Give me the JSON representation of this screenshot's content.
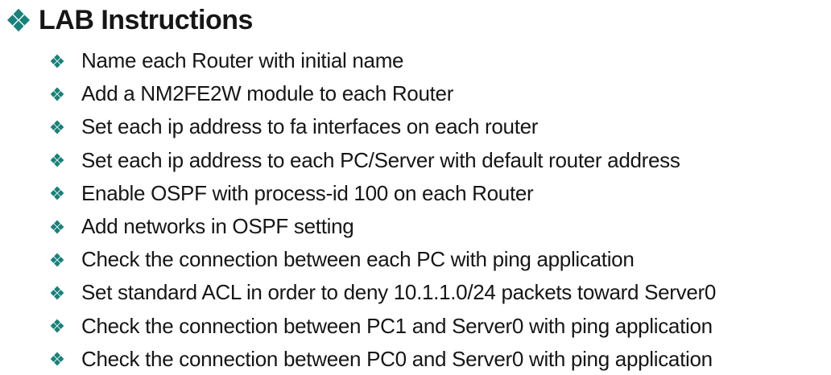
{
  "page": {
    "background_color": "#ffffff",
    "text_color": "#161616",
    "bullet_color": "#17817A"
  },
  "title": {
    "text": "LAB Instructions",
    "bullet_icon": "four-diamond-bullet"
  },
  "instructions": {
    "bullet_icon": "four-diamond-bullet",
    "items": [
      "Name each Router with initial name",
      "Add a NM2FE2W module to each Router",
      "Set each ip address to fa interfaces on each router",
      "Set each ip address to each PC/Server with default router address",
      "Enable OSPF with process-id 100 on each Router",
      "Add networks in OSPF setting",
      "Check the connection between each PC with ping application",
      "Set standard ACL in order to deny 10.1.1.0/24 packets toward Server0",
      "Check the connection between PC1 and Server0 with ping application",
      "Check the connection between PC0 and Server0 with ping application"
    ]
  }
}
